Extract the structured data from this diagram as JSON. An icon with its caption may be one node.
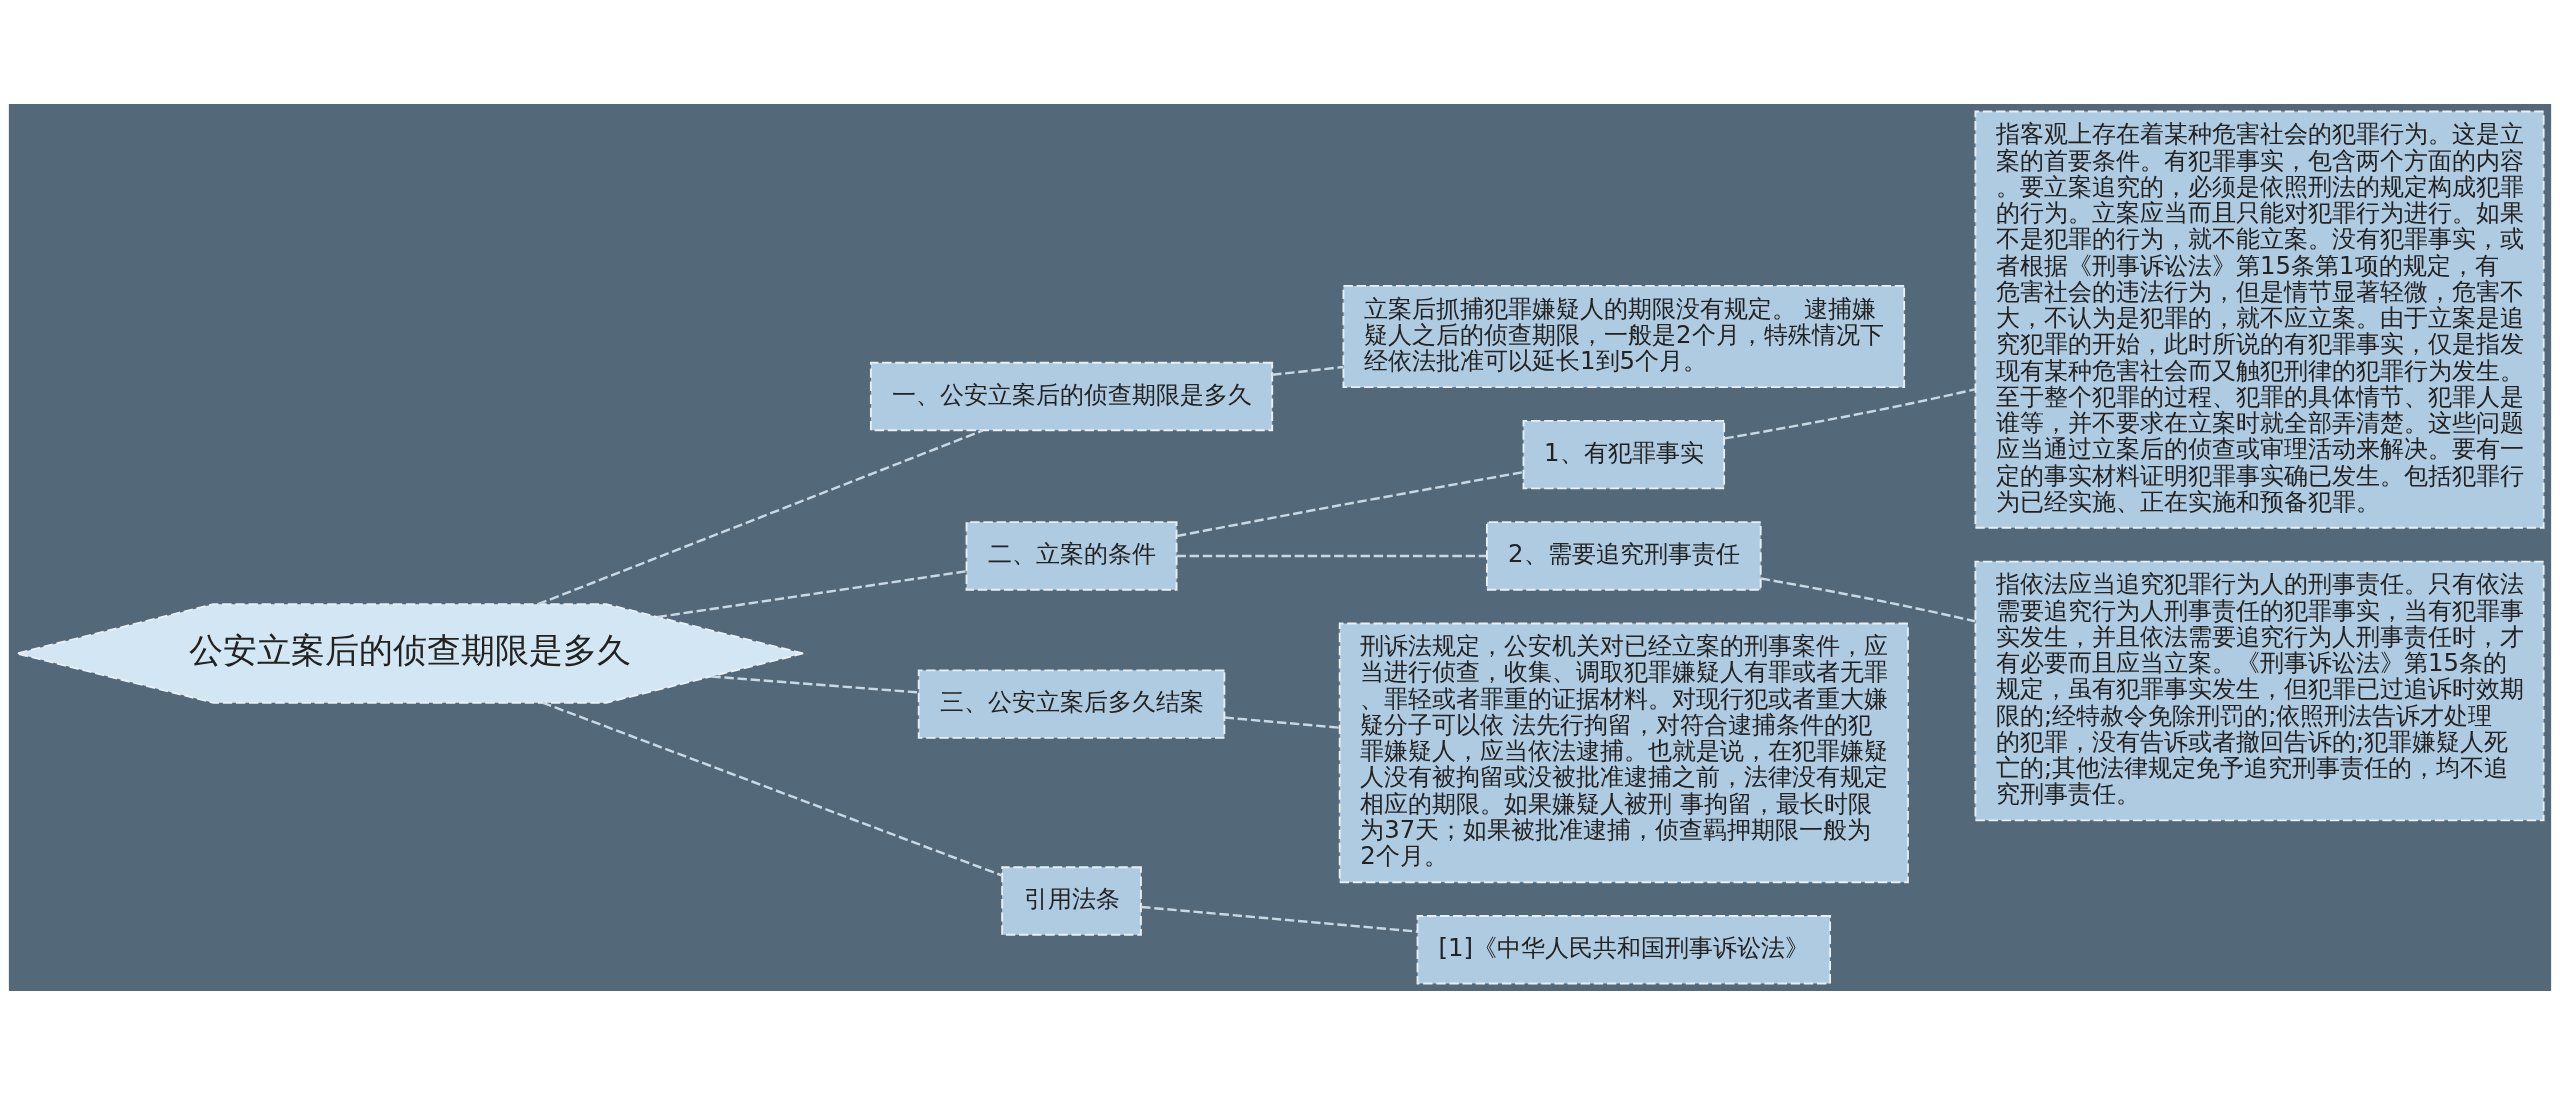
{
  "diagram": {
    "nodes": [
      {
        "text": [
          "公安立案后的侦查期限是多久"
        ]
      },
      {
        "text": [
          "一、公安立案后的侦查期限是多久"
        ]
      },
      {
        "text": [
          "立案后抓捕犯罪嫌疑人的期限没有规定。 逮捕嫌疑人之后的侦查期限，一般是2个月，特殊情况下经依法批准可以延长1到5个月。"
        ]
      },
      {
        "text": [
          "二、立案的条件"
        ]
      },
      {
        "text": [
          "1、有犯罪事实"
        ]
      },
      {
        "text": [
          "指客观上存在着某种危害社会的犯罪行为。这是立案的首要条件。有犯罪事实，包含两个方面的内容。要立案追究的，必须是依照刑法的规定构成犯罪的行为。立案应当而且只能对犯罪行为进行。如果不是犯罪的行为，就不能立案。没有犯罪事实，或者根据《刑事诉讼法》第15条第1项的规定，有危害社会的违法行为，但是情节显著轻微，危害不大，不认为是犯罪的，就不应立案。由于立案是追究犯罪的开始，此时所说的有犯罪事实，仅是指发现有某种危害社会而又触犯刑律的犯罪行为发生。至于整个犯罪的过程、犯罪的具体情节、犯罪人是谁等，并不要求在立案时就全部弄清楚。这些问题应当通过立案后的侦查或审理活动来解决。要有一定的事实材料证明犯罪事实确已发生。包括犯罪行为已经实施、正在实施和预备犯罪。"
        ]
      },
      {
        "text": [
          "2、需要追究刑事责任"
        ]
      },
      {
        "text": [
          "指依法应当追究犯罪行为人的刑事责任。只有依法需要追究行为人刑事责任的犯罪事实，当有犯罪事实发生，并且依法需要追究行为人刑事责任时，才有必要而且应当立案。《刑事诉讼法》第15条的规定，虽有犯罪事实发生，但犯罪已过追诉时效期限的;经特赦令免除刑罚的;依照刑法告诉才处理的犯罪，没有告诉或者撤回告诉的;犯罪嫌疑人死亡的;其他法律规定免予追究刑事责任的，均不追究刑事责任。"
        ]
      },
      {
        "text": [
          "三、公安立案后多久结案"
        ]
      },
      {
        "text": [
          "刑诉法规定，公安机关对已经立案的刑事案件，应当进行侦查，收集、调取犯罪嫌疑人有罪或者无罪、罪轻或者罪重的证据材料。对现行犯或者重大嫌疑分子可以依 法先行拘留，对符合逮捕条件的犯罪嫌疑人，应当依法逮捕。也就是说，在犯罪嫌疑人没有被拘留或没被批准逮捕之前，法律没有规定相应的期限。如果嫌疑人被刑 事拘留，最长时限为37天；如果被批准逮捕，侦查羁押期限一般为2个月。"
        ]
      },
      {
        "text": [
          "引用法条"
        ]
      },
      {
        "text": [
          "[1]《中华人民共和国刑事诉讼法》"
        ]
      }
    ],
    "edges": [
      {
        "from": 0,
        "to": 1,
        "arrow": "none"
      },
      {
        "from": 1,
        "to": 2,
        "arrow": "none"
      },
      {
        "from": 0,
        "to": 3,
        "arrow": "none"
      },
      {
        "from": 3,
        "to": 4,
        "arrow": "none"
      },
      {
        "from": 4,
        "to": 5,
        "arrow": "none"
      },
      {
        "from": 3,
        "to": 6,
        "arrow": "none"
      },
      {
        "from": 6,
        "to": 7,
        "arrow": "none"
      },
      {
        "from": 0,
        "to": 8,
        "arrow": "none"
      },
      {
        "from": 8,
        "to": 9,
        "arrow": "none"
      },
      {
        "from": 0,
        "to": 10,
        "arrow": "none"
      },
      {
        "from": 10,
        "to": 11,
        "arrow": "none"
      }
    ]
  }
}
